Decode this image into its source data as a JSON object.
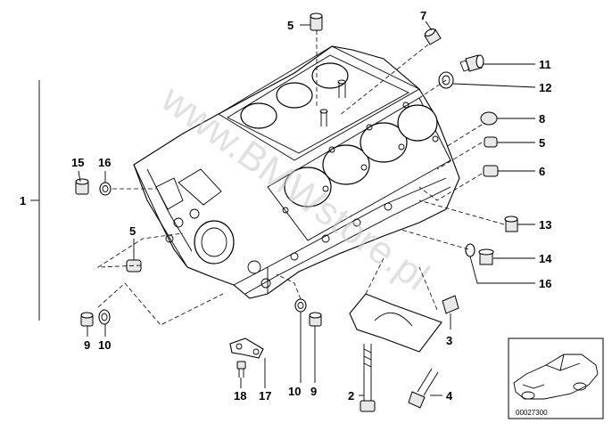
{
  "watermark": "www.BMWstore.pl",
  "image_code": "00027300",
  "callouts": {
    "c1": "1",
    "c2": "2",
    "c3": "3",
    "c4": "4",
    "c5_top": "5",
    "c5_right": "5",
    "c5_left": "5",
    "c6": "6",
    "c7": "7",
    "c8": "8",
    "c9_left": "9",
    "c9_mid": "9",
    "c10_left": "10",
    "c10_mid": "10",
    "c11": "11",
    "c12": "12",
    "c13": "13",
    "c14": "14",
    "c15": "15",
    "c16_left": "16",
    "c16_right": "16",
    "c17": "17",
    "c18": "18"
  },
  "icons": [
    "engine-block-drawing",
    "car-thumbnail"
  ]
}
